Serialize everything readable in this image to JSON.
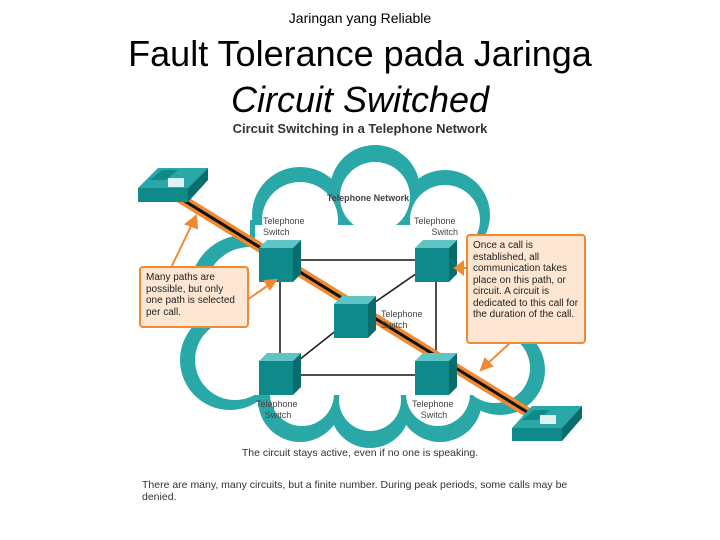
{
  "header": {
    "small": "Jaringan yang Reliable",
    "title_line1": "Fault Tolerance pada Jaringa",
    "title_line2": "Circuit Switched"
  },
  "figure": {
    "title": "Circuit Switching in a Telephone Network",
    "cloud_label": "Telephone Network",
    "switch_labels": {
      "top_left": [
        "Telephone",
        "Switch"
      ],
      "top_right": [
        "Telephone",
        "Switch"
      ],
      "center": [
        "Telephone",
        "Switch"
      ],
      "bottom_left": [
        "Telephone",
        "Switch"
      ],
      "bottom_right": [
        "Telephone",
        "Switch"
      ]
    },
    "callout_left": "Many paths are possible, but only one path is selected per call.",
    "callout_right": "Once a call is established, all communication takes place on this path, or circuit. A circuit is dedicated to this call for the duration of the call.",
    "caption_active": "The circuit stays active, even if no one is speaking.",
    "caption_limit": "There are many, many circuits, but a finite number. During peak periods, some calls may be denied.",
    "colors": {
      "cloud": "#2aa7a7",
      "switch": "#0e8a8a",
      "circuit_glow": "#f08a32",
      "callout_border": "#f08a32",
      "callout_fill": "#fde7d2"
    }
  }
}
